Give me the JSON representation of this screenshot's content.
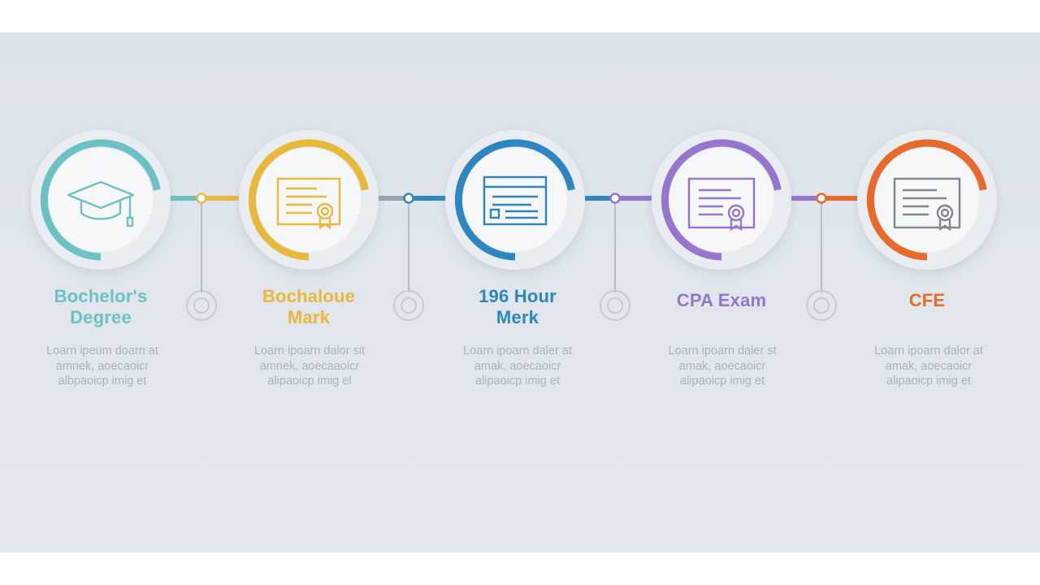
{
  "colors": {
    "teal": "#6cc1c2",
    "gold": "#e8b83b",
    "blue": "#2e86c1",
    "purple": "#9575cd",
    "orange": "#e8692c",
    "connector_gray": "#9aa3ad",
    "icon_gray": "#7f8790",
    "description_gray": "#aab3bd"
  },
  "steps": [
    {
      "title": "Bochelor's\nDegree",
      "description": "Loarn ipeum doarn at\namnek, aoecaoicr\nalbpaoicp imig et",
      "color": "#6cc1c2",
      "icon": "graduation-cap-icon"
    },
    {
      "title": "Bochaloue\nMark",
      "description": "Loarn ipoarn dalor sit\namnek, aoecaaoicr\nalipaoicp imig el",
      "color": "#e8b83b",
      "icon": "certificate-icon"
    },
    {
      "title": "196 Hour\nMerk",
      "description": "Loarn ipoarn daler at\namak, aoecaoicr\nalipaoicp imig et",
      "color": "#2e86c1",
      "icon": "id-card-icon"
    },
    {
      "title": "CPA Exam",
      "description": "Loarn ipoarn daler st\namak, aoecaoicr\nalipaoicp imig et",
      "color": "#9575cd",
      "icon": "certificate-icon"
    },
    {
      "title": "CFE",
      "description": "Loarn ipoarn dalor at\namak, aoecaoicr\nalipaoicp imig et",
      "color": "#e8692c",
      "icon": "certificate-icon"
    }
  ]
}
